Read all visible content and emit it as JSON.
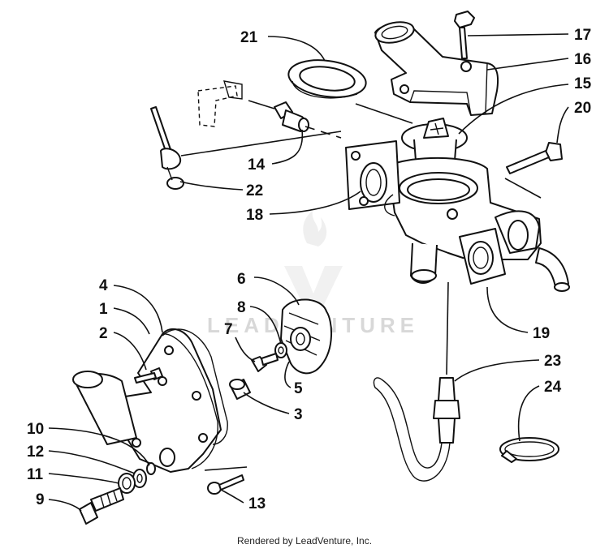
{
  "callouts": [
    {
      "id": "21",
      "label": "21"
    },
    {
      "id": "17",
      "label": "17"
    },
    {
      "id": "16",
      "label": "16"
    },
    {
      "id": "15",
      "label": "15"
    },
    {
      "id": "20",
      "label": "20"
    },
    {
      "id": "14",
      "label": "14"
    },
    {
      "id": "22",
      "label": "22"
    },
    {
      "id": "18",
      "label": "18"
    },
    {
      "id": "19",
      "label": "19"
    },
    {
      "id": "6",
      "label": "6"
    },
    {
      "id": "4",
      "label": "4"
    },
    {
      "id": "1",
      "label": "1"
    },
    {
      "id": "8",
      "label": "8"
    },
    {
      "id": "2",
      "label": "2"
    },
    {
      "id": "7",
      "label": "7"
    },
    {
      "id": "5",
      "label": "5"
    },
    {
      "id": "3",
      "label": "3"
    },
    {
      "id": "23",
      "label": "23"
    },
    {
      "id": "24",
      "label": "24"
    },
    {
      "id": "10",
      "label": "10"
    },
    {
      "id": "12",
      "label": "12"
    },
    {
      "id": "11",
      "label": "11"
    },
    {
      "id": "9",
      "label": "9"
    },
    {
      "id": "13",
      "label": "13"
    }
  ],
  "watermark": "LEADVENTURE",
  "footer": "Rendered by LeadVenture, Inc."
}
